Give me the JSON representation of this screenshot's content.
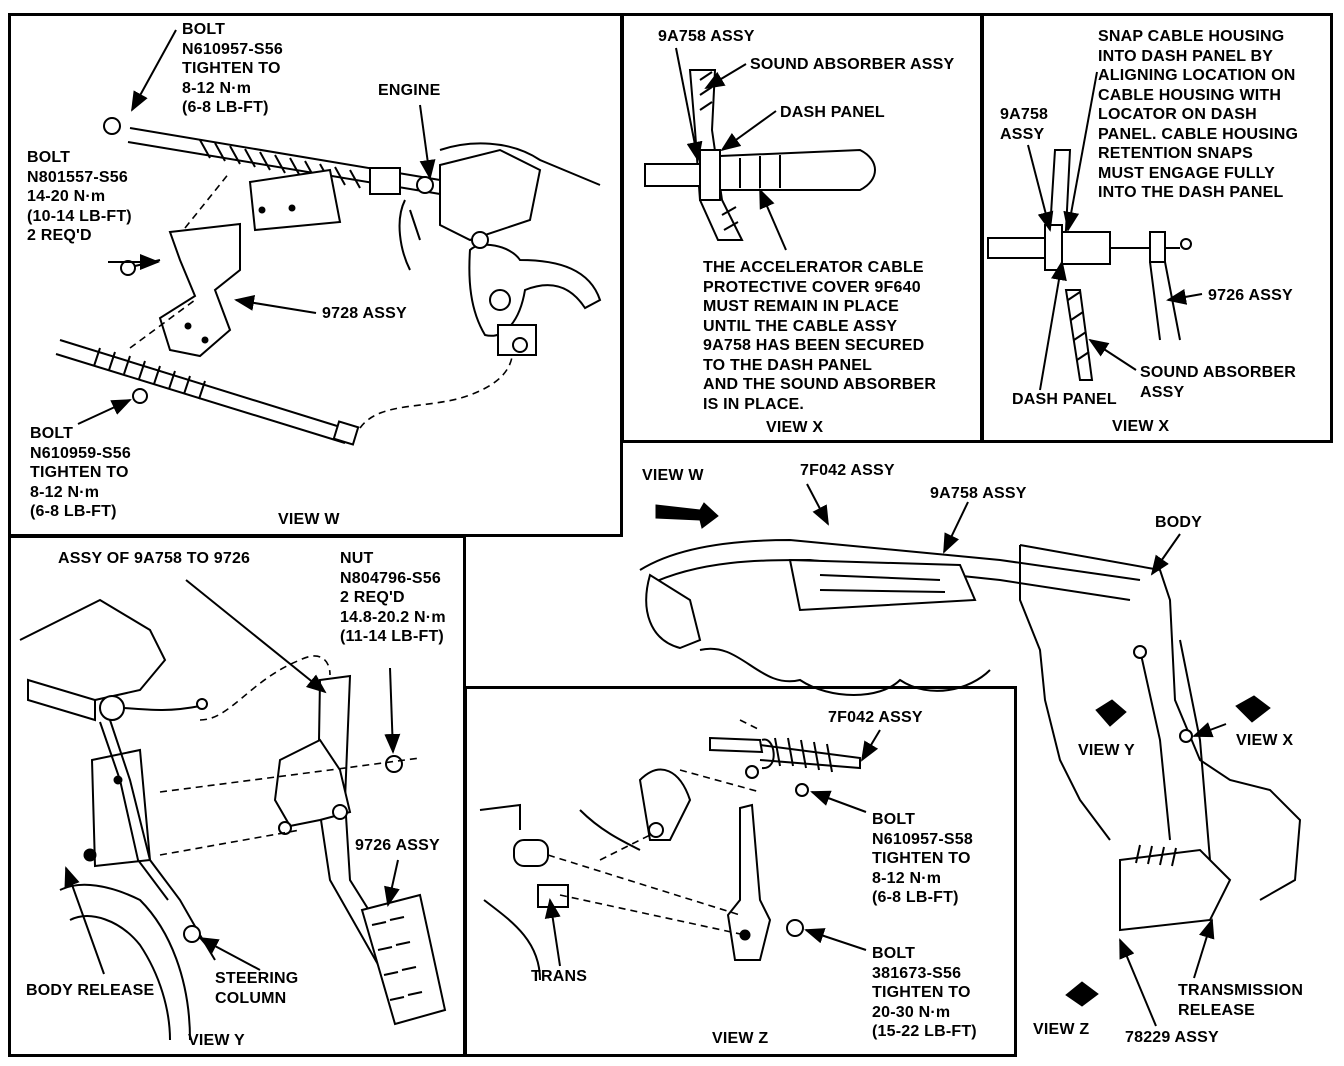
{
  "view_w": {
    "bolt_top": "BOLT\nN610957-S56\nTIGHTEN TO\n8-12 N·m\n(6-8 LB-FT)",
    "bolt_mid": "BOLT\nN801557-S56\n14-20 N·m\n(10-14 LB-FT)\n2 REQ'D",
    "bolt_bottom": "BOLT\nN610959-S56\nTIGHTEN TO\n8-12 N·m\n(6-8 LB-FT)",
    "engine": "ENGINE",
    "bracket": "9728 ASSY",
    "caption": "VIEW W"
  },
  "view_x1": {
    "cable": "9A758 ASSY",
    "absorber": "SOUND ABSORBER ASSY",
    "dash": "DASH PANEL",
    "note": "THE ACCELERATOR CABLE\nPROTECTIVE COVER 9F640\nMUST REMAIN IN PLACE\nUNTIL THE CABLE ASSY\n9A758 HAS BEEN SECURED\nTO THE DASH PANEL\nAND THE SOUND ABSORBER\nIS IN PLACE.",
    "caption": "VIEW X"
  },
  "view_x2": {
    "note": "SNAP CABLE HOUSING\nINTO DASH PANEL BY\nALIGNING LOCATION ON\nCABLE HOUSING WITH\nLOCATOR ON DASH\nPANEL. CABLE HOUSING\nRETENTION SNAPS\nMUST ENGAGE FULLY\nINTO THE DASH PANEL",
    "cable": "9A758\nASSY",
    "pedal": "9726 ASSY",
    "absorber": "SOUND ABSORBER\nASSY",
    "dash": "DASH PANEL",
    "caption": "VIEW X"
  },
  "overview": {
    "view_w": "VIEW W",
    "bracket": "7F042 ASSY",
    "cable": "9A758 ASSY",
    "body": "BODY",
    "view_y": "VIEW Y",
    "view_x": "VIEW X",
    "view_z": "VIEW Z",
    "trans_release": "TRANSMISSION\nRELEASE",
    "assy": "78229 ASSY"
  },
  "view_y": {
    "assy": "ASSY OF 9A758 TO 9726",
    "nut": "NUT\nN804796-S56\n2 REQ'D\n14.8-20.2 N·m\n(11-14 LB-FT)",
    "pedal": "9726 ASSY",
    "body_release": "BODY RELEASE",
    "steering": "STEERING\nCOLUMN",
    "caption": "VIEW Y"
  },
  "view_z": {
    "bracket": "7F042 ASSY",
    "bolt1": "BOLT\nN610957-S58\nTIGHTEN TO\n8-12 N·m\n(6-8 LB-FT)",
    "bolt2": "BOLT\n381673-S56\nTIGHTEN TO\n20-30 N·m\n(15-22 LB-FT)",
    "trans": "TRANS",
    "caption": "VIEW Z"
  }
}
